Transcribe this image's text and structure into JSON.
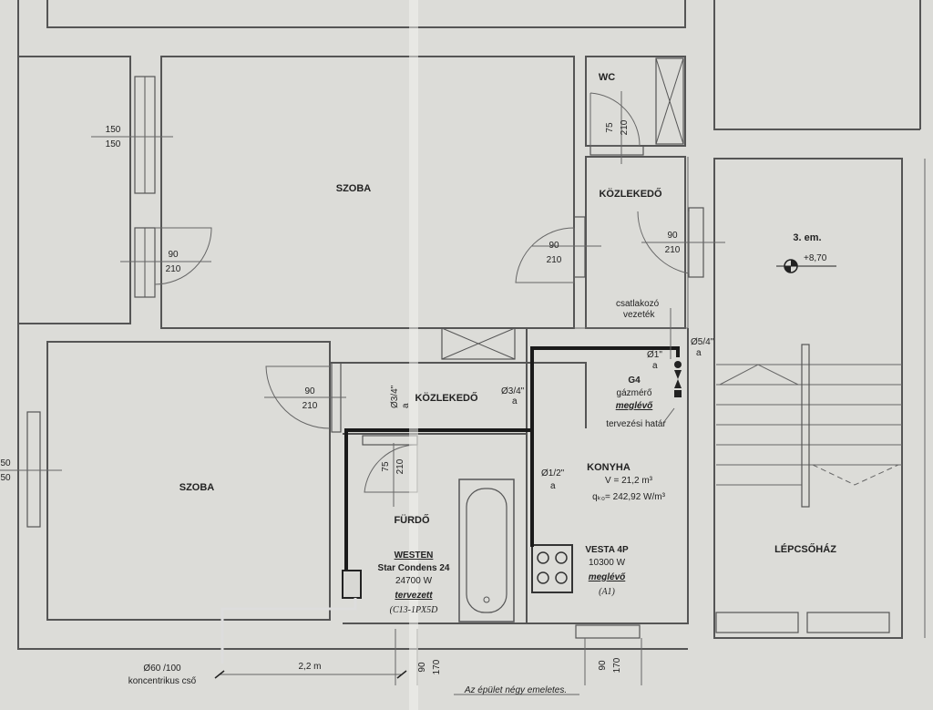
{
  "rooms": {
    "szoba_top": "SZOBA",
    "szoba_bottom": "SZOBA",
    "wc": "WC",
    "kozlekedo_right": "KÖZLEKEDŐ",
    "kozlekedo_mid": "KÖZLEKEDŐ",
    "furdo": "FÜRDŐ",
    "konyha": "KONYHA",
    "lepcsohaz": "LÉPCSŐHÁZ"
  },
  "floor": {
    "label": "3. em.",
    "level": "+8,70"
  },
  "dims": {
    "win_left_top_w": "150",
    "win_left_top_h": "150",
    "win_left_bot_w": "50",
    "win_left_bot_h": "50",
    "door_szoba_w": "90",
    "door_szoba_h": "210",
    "door_mid_w": "90",
    "door_mid_h": "210",
    "door_koz_w": "90",
    "door_koz_h": "210",
    "door_left_w": "90",
    "door_left_h": "210",
    "wc_door_w": "75",
    "wc_door_h": "210",
    "furdo_door_w": "75",
    "furdo_door_h": "210",
    "bottom_a_w": "90",
    "bottom_a_h": "170",
    "bottom_b_w": "90",
    "bottom_b_h": "170",
    "distance": "2,2 m"
  },
  "pipes": {
    "d1": "Ø1\"",
    "d1_sub": "a",
    "d54": "Ø5/4\"",
    "d54_sub": "a",
    "d34a": "Ø3/4\"",
    "d34a_sub": "a",
    "d34b": "Ø3/4\"",
    "d34b_sub": "a",
    "d12": "Ø1/2\"",
    "d12_sub": "a"
  },
  "meter": {
    "name": "G4",
    "line1": "gázmérő",
    "line2": "meglévő",
    "boundary": "tervezési határ",
    "conn1": "csatlakozó",
    "conn2": "vezeték"
  },
  "kitchen": {
    "volume": "V = 21,2 m³",
    "load": "qₖ₀= 242,92 W/m³"
  },
  "boiler": {
    "brand": "WESTEN",
    "model": "Star Condens 24",
    "power": "24700 W",
    "status": "tervezett",
    "code": "(C13-1PX5D"
  },
  "stove": {
    "name": "VESTA 4P",
    "power": "10300 W",
    "status": "meglévő",
    "code": "(A1)"
  },
  "flue": {
    "size": "Ø60 /100",
    "type": "koncentrikus cső"
  },
  "note": "Az épület négy emeletes."
}
